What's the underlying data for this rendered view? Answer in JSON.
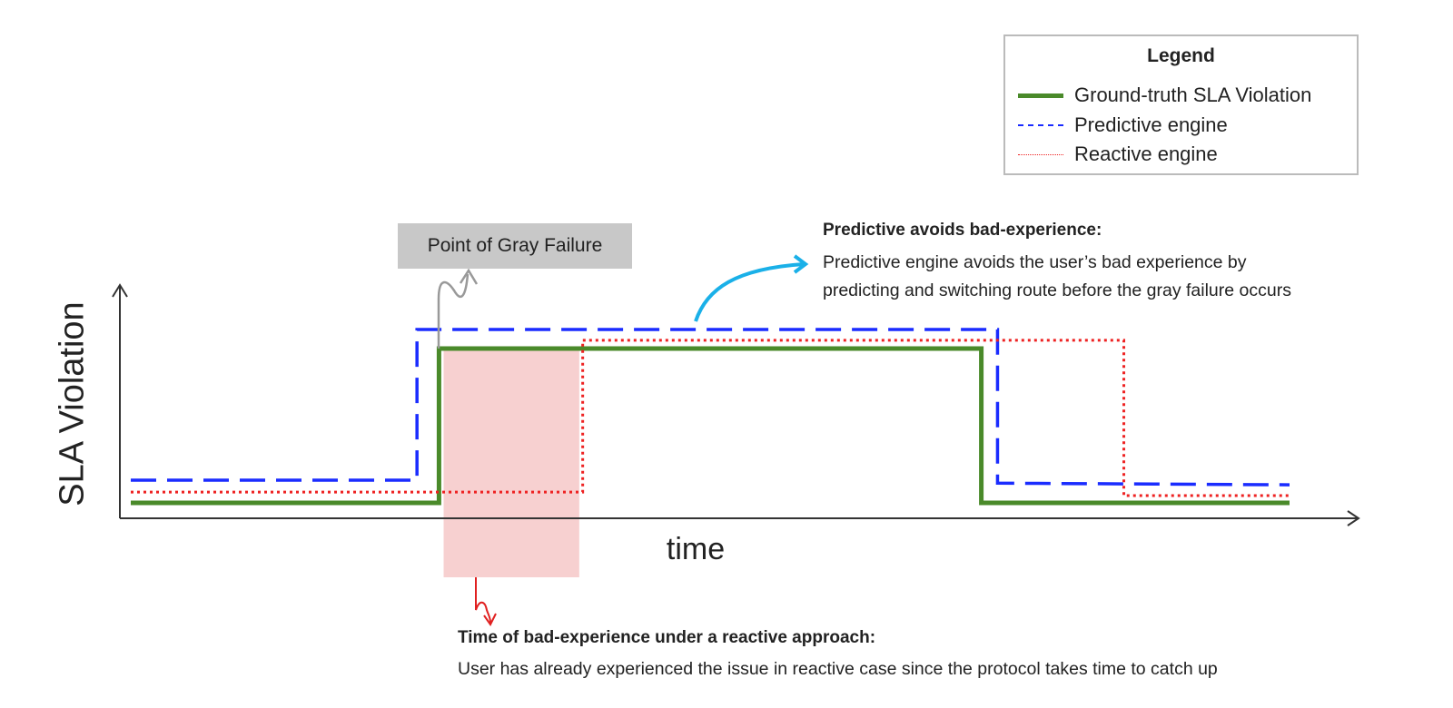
{
  "legend": {
    "title": "Legend",
    "items": [
      {
        "label": "Ground-truth SLA Violation",
        "color": "#4a8a2a",
        "style": "solid"
      },
      {
        "label": "Predictive engine",
        "color": "#1a2cff",
        "style": "dashed"
      },
      {
        "label": "Reactive engine",
        "color": "#ee2222",
        "style": "dotted"
      }
    ]
  },
  "axes": {
    "ylabel": "SLA Violation",
    "xlabel": "time"
  },
  "annotations": {
    "gray_failure": "Point of Gray Failure",
    "predictive_title": "Predictive avoids bad-experience:",
    "predictive_line1": "Predictive engine avoids the user’s bad experience by",
    "predictive_line2": "predicting and switching route before the gray failure occurs",
    "reactive_title": "Time of bad-experience under a reactive approach:",
    "reactive_text": "User has already experienced the issue in reactive case since the protocol takes time to catch up"
  },
  "chart_data": {
    "type": "line",
    "title": "",
    "xlabel": "time",
    "ylabel": "SLA Violation",
    "xlim": [
      0,
      100
    ],
    "ylim": [
      0,
      10
    ],
    "grid": false,
    "legend_position": "top-right",
    "series": [
      {
        "name": "Ground-truth SLA Violation",
        "color": "#4a8a2a",
        "style": "solid",
        "points": [
          [
            0,
            0.66
          ],
          [
            26.6,
            0.66
          ],
          [
            26.6,
            7.25
          ],
          [
            73.4,
            7.25
          ],
          [
            73.4,
            0.66
          ],
          [
            100,
            0.66
          ]
        ]
      },
      {
        "name": "Predictive engine",
        "color": "#1a2cff",
        "style": "dashed",
        "points": [
          [
            0,
            1.63
          ],
          [
            24.7,
            1.63
          ],
          [
            24.7,
            8.06
          ],
          [
            74.8,
            8.06
          ],
          [
            74.8,
            1.5
          ],
          [
            100,
            1.43
          ]
        ]
      },
      {
        "name": "Reactive engine",
        "color": "#ee2222",
        "style": "dotted",
        "points": [
          [
            0,
            1.12
          ],
          [
            39,
            1.12
          ],
          [
            39,
            7.6
          ],
          [
            85.7,
            7.6
          ],
          [
            85.7,
            0.97
          ],
          [
            100,
            0.97
          ]
        ]
      }
    ],
    "highlight_region": {
      "label": "Time of bad-experience under a reactive approach",
      "x": [
        27,
        38.7
      ],
      "color": "#f7d0d0"
    }
  }
}
